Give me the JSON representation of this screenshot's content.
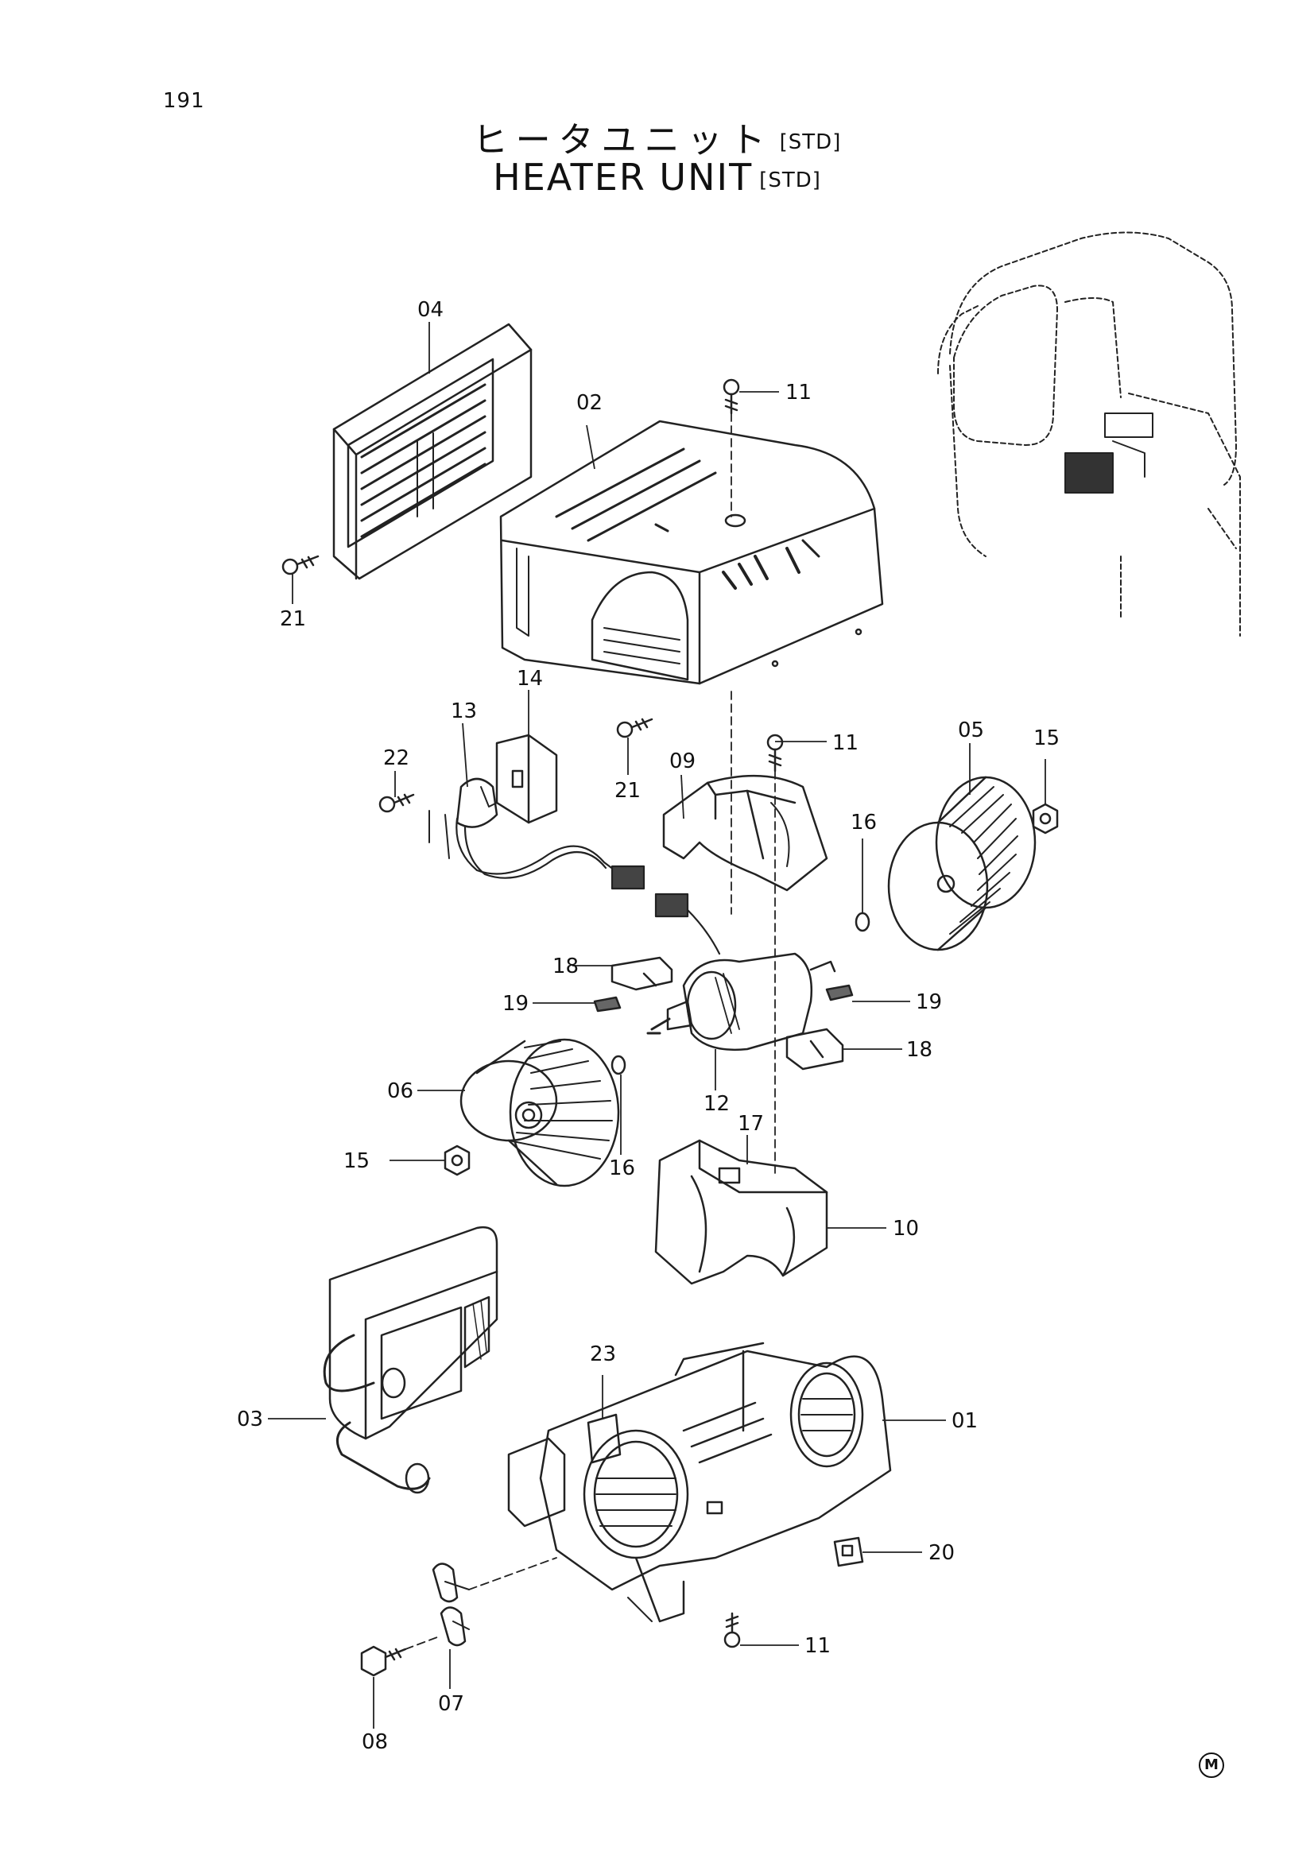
{
  "page_number": "191",
  "title_jp": "ヒータユニット",
  "title_en": "HEATER UNIT",
  "variant_tag": "[STD]",
  "corner_mark": "M",
  "callouts": {
    "p01": "01",
    "p02": "02",
    "p03": "03",
    "p04": "04",
    "p05": "05",
    "p06": "06",
    "p07": "07",
    "p08": "08",
    "p09": "09",
    "p10": "10",
    "p11a": "11",
    "p11b": "11",
    "p11c": "11",
    "p12": "12",
    "p13": "13",
    "p14": "14",
    "p15a": "15",
    "p15b": "15",
    "p16a": "16",
    "p16b": "16",
    "p17": "17",
    "p18a": "18",
    "p18b": "18",
    "p19a": "19",
    "p19b": "19",
    "p20": "20",
    "p21a": "21",
    "p21b": "21",
    "p22": "22",
    "p23": "23"
  }
}
